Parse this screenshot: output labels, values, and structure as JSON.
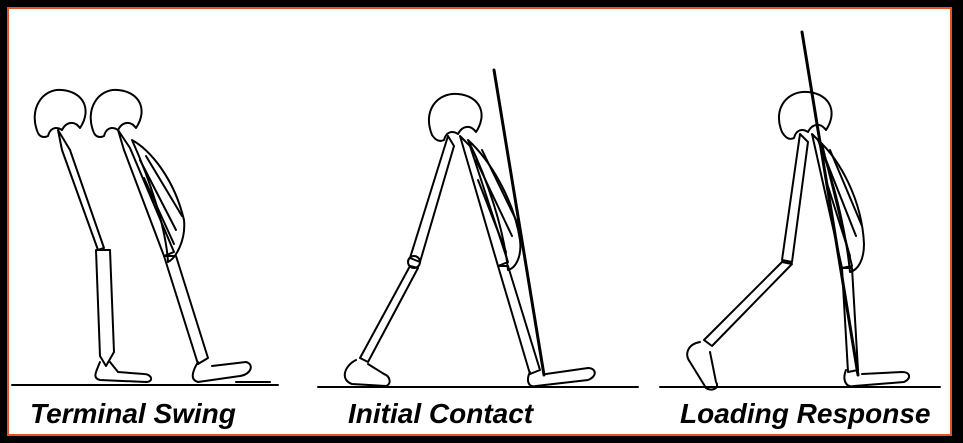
{
  "diagram": {
    "panels": [
      {
        "label": "Terminal Swing"
      },
      {
        "label": "Initial Contact"
      },
      {
        "label": "Loading Response"
      }
    ],
    "colors": {
      "frame_border": "#e0532c",
      "background": "#000000",
      "ink": "#000000"
    }
  }
}
